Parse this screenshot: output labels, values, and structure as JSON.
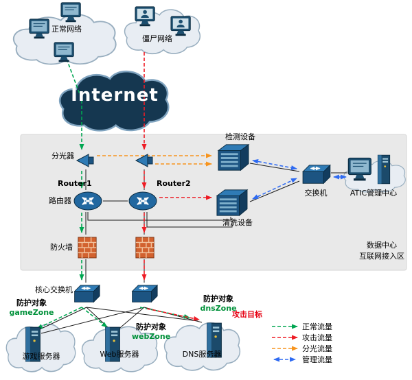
{
  "clouds": {
    "normal": "正常网络",
    "botnet": "僵尸网络",
    "internet": "Internet",
    "game": "游戏服务器",
    "web": "Web服务器",
    "dns": "DNS服务器"
  },
  "devices": {
    "splitter": "分光器",
    "detection": "检测设备",
    "router1": "Router1",
    "router2": "Router2",
    "router_role": "路由器",
    "cleaning": "清洗设备",
    "switch": "交换机",
    "atic": "ATIC管理中心",
    "firewall": "防火墙",
    "core_switch": "核心交换机"
  },
  "zone_title": "防护对象",
  "zones": {
    "game": "gameZone",
    "web": "webZone",
    "dns": "dnsZone"
  },
  "attack_target": "攻击目标",
  "region": {
    "line1": "数据中心",
    "line2": "互联网接入区"
  },
  "legend": {
    "normal": {
      "label": "正常流量",
      "color": "#00A651"
    },
    "attack": {
      "label": "攻击流量",
      "color": "#EE1C25"
    },
    "split": {
      "label": "分光流量",
      "color": "#F7941D"
    },
    "manage": {
      "label": "管理流量",
      "color": "#2F6BF2"
    }
  },
  "palette": {
    "device_blue": "#1c5482",
    "cloud_dark": "#153750",
    "panel_gray": "#e9e9e9",
    "zone_green": "#00913a"
  },
  "icons": {
    "computer": "computer-icon",
    "attacker": "attacker-computer-icon",
    "router": "router-icon",
    "switch": "switch-icon",
    "splitter": "optical-splitter-icon",
    "appliance": "security-appliance-icon",
    "firewall": "firewall-icon",
    "server": "server-tower-icon",
    "cloud": "cloud-shape"
  }
}
